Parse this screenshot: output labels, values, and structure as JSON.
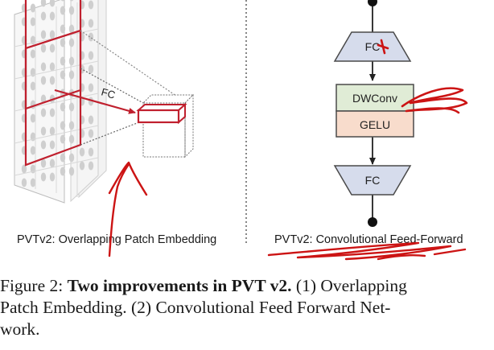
{
  "figure": {
    "left_panel": {
      "arrow_label": "FC",
      "caption": "PVTv2: Overlapping Patch Embedding"
    },
    "right_panel": {
      "fc_top_label": "FC",
      "dwconv_label": "DWConv",
      "gelu_label": "GELU",
      "fc_bottom_label": "FC",
      "caption": "PVTv2: Convolutional Feed-Forward"
    },
    "caption": {
      "prefix": "Figure 2: ",
      "bold": "Two improvements in PVT v2.",
      "line1_rest": " (1) Overlapping",
      "line2": "Patch Embedding.  (2) Convolutional Feed Forward Net-",
      "line3": "work."
    }
  },
  "colors": {
    "patch_red": "#c0202e",
    "ink_red": "#cc1414",
    "fc_fill": "#d6dcec",
    "dwconv_fill": "#e0ecd6",
    "gelu_fill": "#f8dccc",
    "block_stroke": "#4a4a4a"
  }
}
